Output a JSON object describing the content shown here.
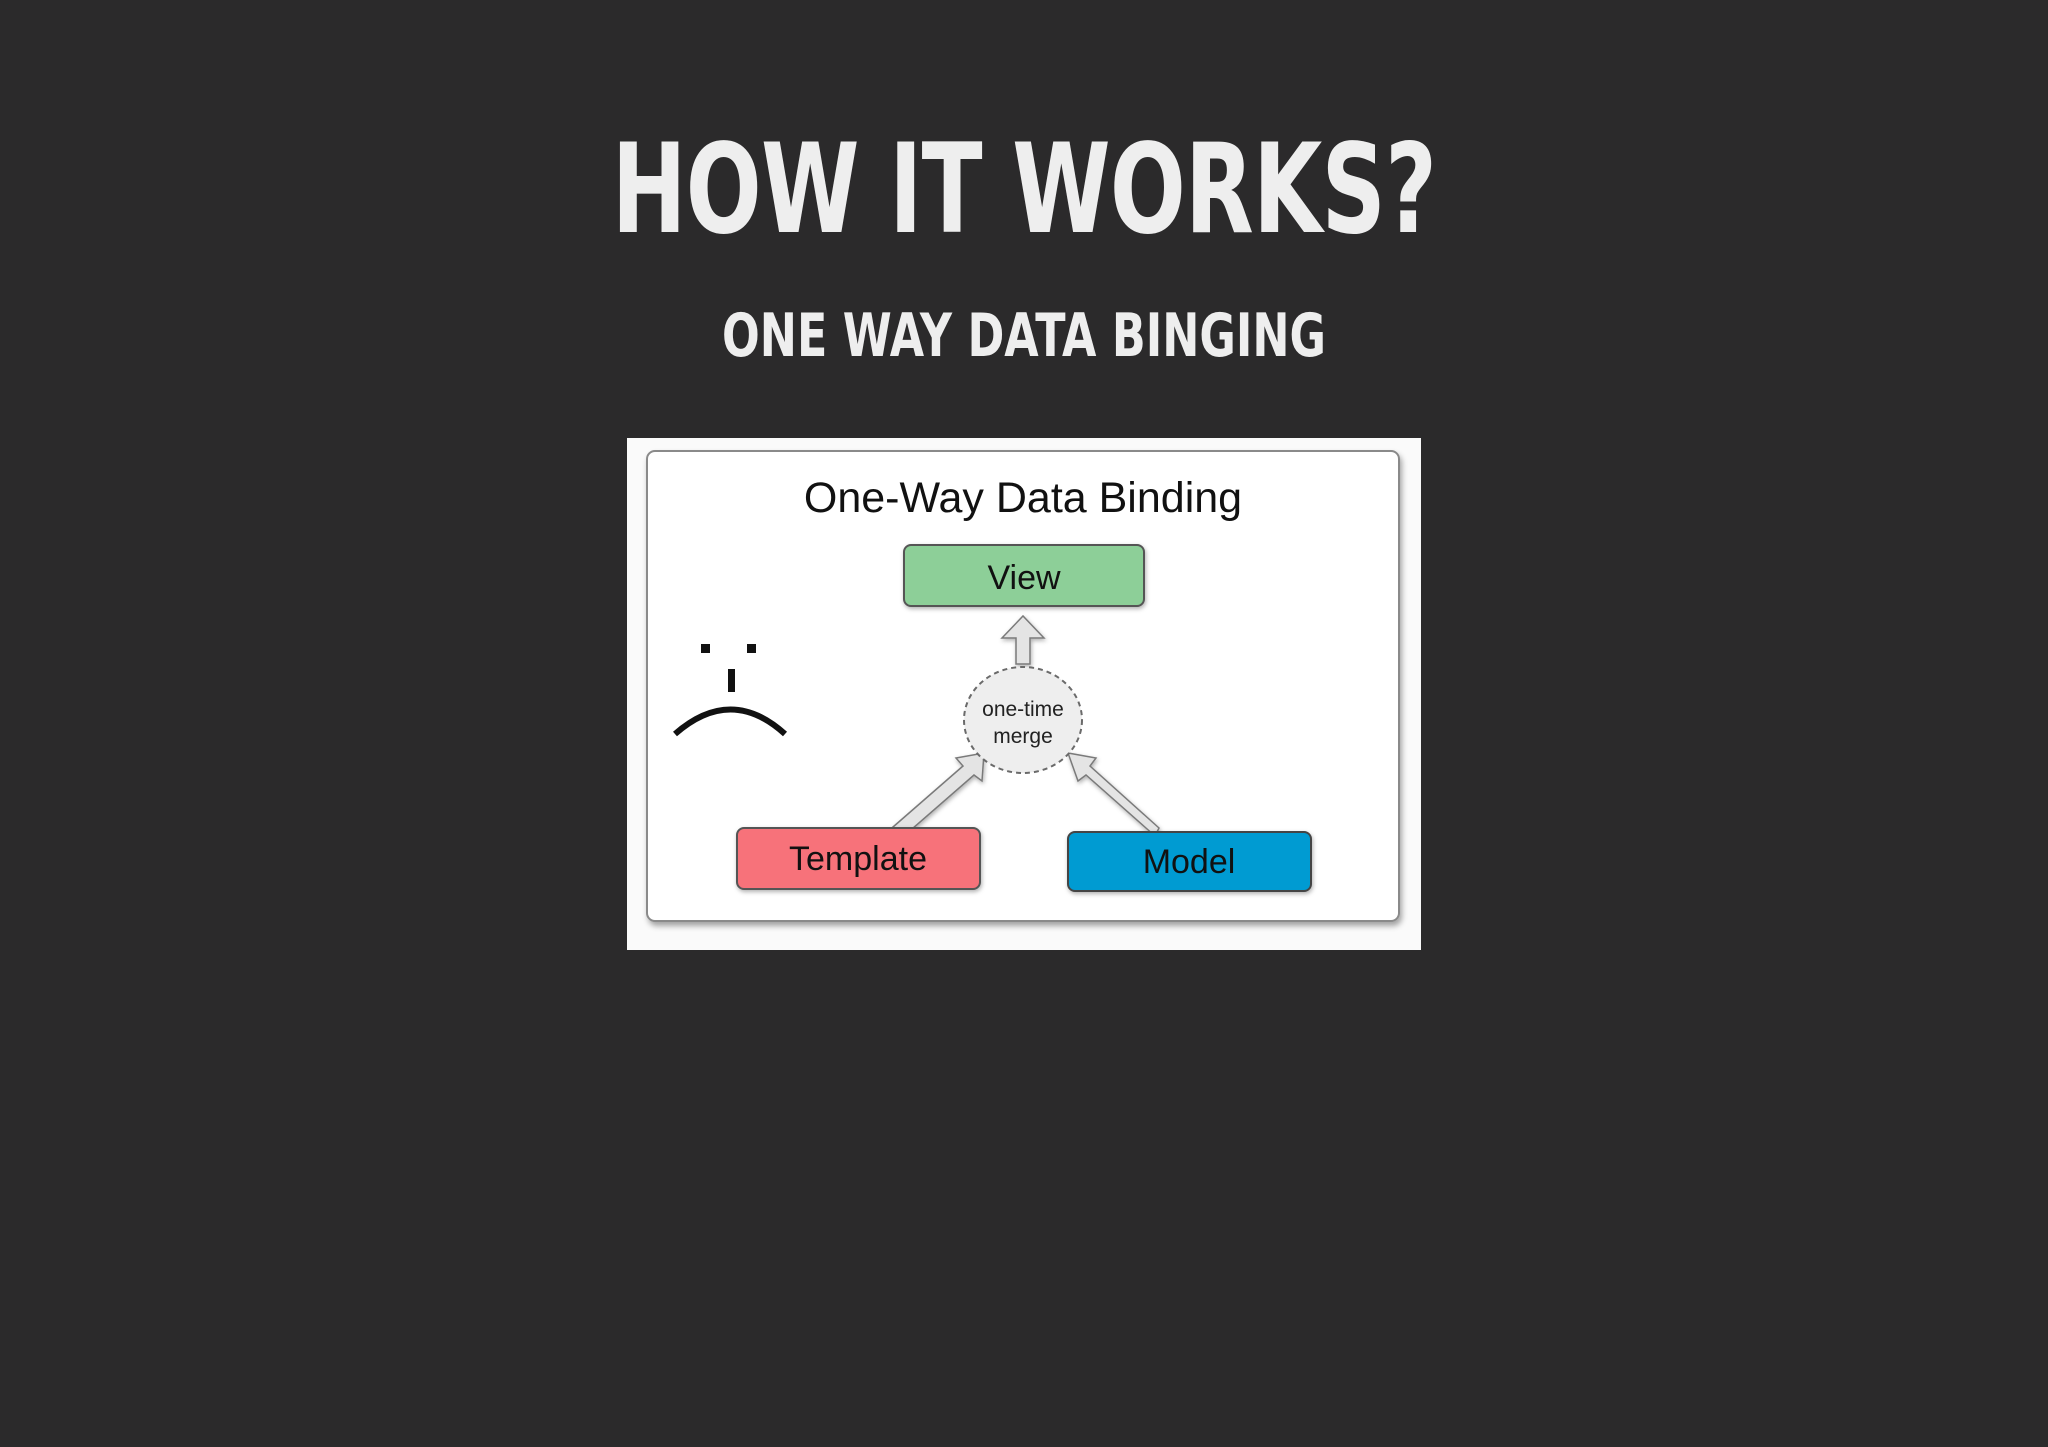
{
  "slide": {
    "title": "HOW IT WORKS?",
    "subtitle": "ONE WAY DATA BINGING"
  },
  "diagram": {
    "title": "One-Way Data Binding",
    "nodes": {
      "view": {
        "label": "View",
        "color": "#8dcf98"
      },
      "template": {
        "label": "Template",
        "color": "#f7727a"
      },
      "model": {
        "label": "Model",
        "color": "#069bd2"
      },
      "merge": {
        "label_line1": "one-time",
        "label_line2": "merge",
        "color": "#eeeeee"
      }
    },
    "edges": [
      {
        "from": "template",
        "to": "merge"
      },
      {
        "from": "model",
        "to": "merge"
      },
      {
        "from": "merge",
        "to": "view"
      }
    ],
    "emoticon": "sad-face"
  },
  "colors": {
    "background": "#2b2a2b",
    "heading_text": "#eeeeee",
    "figure_background": "#fafafa"
  }
}
